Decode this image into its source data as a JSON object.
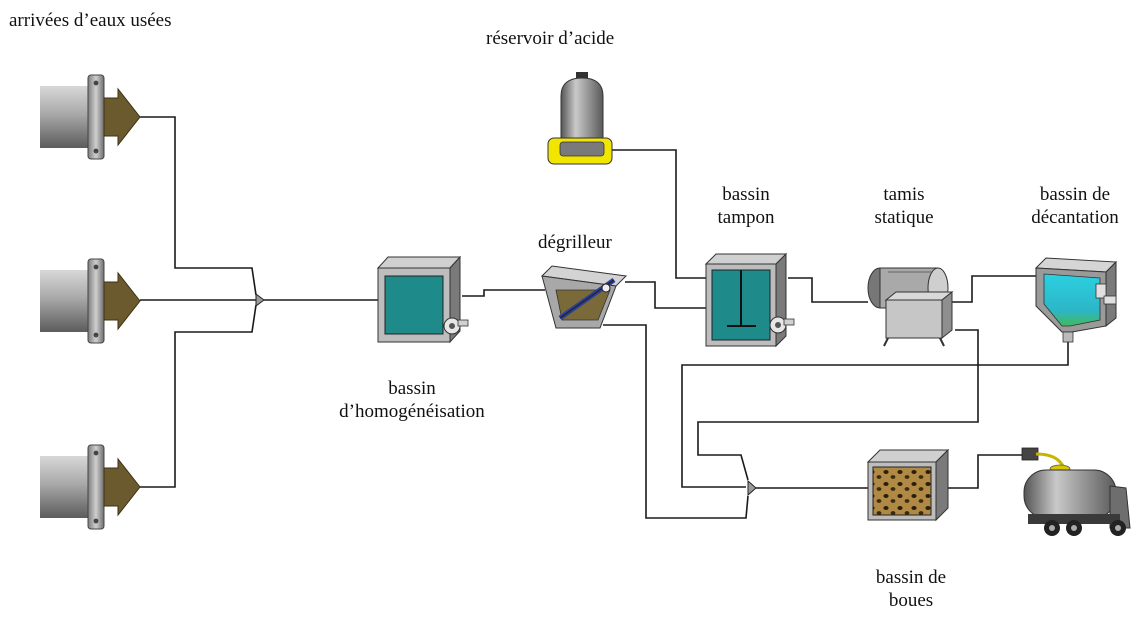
{
  "labels": {
    "inlets": "arrivées d’eaux usées",
    "acid_tank": "réservoir d’acide",
    "buffer_tank_line1": "bassin",
    "buffer_tank_line2": "tampon",
    "static_screen_line1": "tamis",
    "static_screen_line2": "statique",
    "settling_tank_line1": "bassin de",
    "settling_tank_line2": "décantation",
    "bar_screen": "dégrilleur",
    "homogenization_line1": "bassin",
    "homogenization_line2": "d’homogénéisation",
    "sludge_tank_line1": "bassin de",
    "sludge_tank_line2": "boues"
  },
  "colors": {
    "pipe": "#1a1a1a",
    "inlet_pipe": "#8a8a8a",
    "inlet_arrow": "#6b5a2e",
    "water_teal": "#1f8a8a",
    "acid_band": "#f2e600",
    "settling_cyan": "#22c7d6",
    "sludge_brown": "#8a6b2a"
  },
  "icons": {
    "inlet": "pipe-inlet-icon",
    "acid_tank": "acid-tank-icon",
    "homogenization": "homogenization-tank-icon",
    "bar_screen": "bar-screen-icon",
    "buffer_tank": "buffer-tank-icon",
    "static_screen": "static-screen-icon",
    "settling_tank": "settling-tank-icon",
    "sludge_tank": "sludge-tank-icon",
    "truck": "tanker-truck-icon"
  }
}
